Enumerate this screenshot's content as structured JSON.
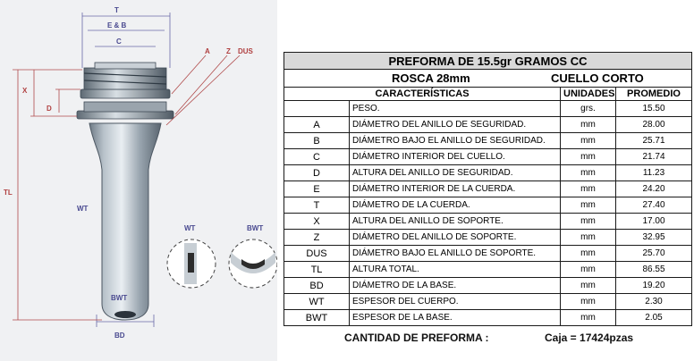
{
  "drawing": {
    "labels": {
      "T": "T",
      "EB": "E & B",
      "C": "C",
      "A": "A",
      "Z": "Z",
      "DUS": "DUS",
      "X": "X",
      "D": "D",
      "TL": "TL",
      "WT": "WT",
      "BWT": "BWT",
      "BD": "BD",
      "detail_wt": "WT",
      "detail_bwt": "BWT"
    }
  },
  "table": {
    "title": "PREFORMA DE 15.5gr GRAMOS CC",
    "subtitle_left": "ROSCA 28mm",
    "subtitle_right": "CUELLO CORTO",
    "headers": {
      "features": "CARACTERÍSTICAS",
      "units": "UNIDADES",
      "average": "PROMEDIO"
    },
    "rows": [
      {
        "code": "",
        "desc": "PESO.",
        "unit": "grs.",
        "value": "15.50"
      },
      {
        "code": "A",
        "desc": "DIÁMETRO DEL ANILLO DE SEGURIDAD.",
        "unit": "mm",
        "value": "28.00"
      },
      {
        "code": "B",
        "desc": "DIÁMETRO BAJO EL ANILLO DE SEGURIDAD.",
        "unit": "mm",
        "value": "25.71"
      },
      {
        "code": "C",
        "desc": "DIÁMETRO INTERIOR DEL CUELLO.",
        "unit": "mm",
        "value": "21.74"
      },
      {
        "code": "D",
        "desc": "ALTURA DEL ANILLO DE SEGURIDAD.",
        "unit": "mm",
        "value": "11.23"
      },
      {
        "code": "E",
        "desc": "DIÁMETRO INTERIOR DE LA CUERDA.",
        "unit": "mm",
        "value": "24.20"
      },
      {
        "code": "T",
        "desc": "DIÁMETRO DE LA CUERDA.",
        "unit": "mm",
        "value": "27.40"
      },
      {
        "code": "X",
        "desc": "ALTURA DEL ANILLO DE SOPORTE.",
        "unit": "mm",
        "value": "17.00"
      },
      {
        "code": "Z",
        "desc": "DIÁMETRO DEL ANILLO DE SOPORTE.",
        "unit": "mm",
        "value": "32.95"
      },
      {
        "code": "DUS",
        "desc": "DIÁMETRO BAJO EL ANILLO DE SOPORTE.",
        "unit": "mm",
        "value": "25.70"
      },
      {
        "code": "TL",
        "desc": "ALTURA TOTAL.",
        "unit": "mm",
        "value": "86.55"
      },
      {
        "code": "BD",
        "desc": "DIÁMETRO DE LA BASE.",
        "unit": "mm",
        "value": "19.20"
      },
      {
        "code": "WT",
        "desc": "ESPESOR DEL CUERPO.",
        "unit": "mm",
        "value": "2.30"
      },
      {
        "code": "BWT",
        "desc": "ESPESOR DE LA BASE.",
        "unit": "mm",
        "value": "2.05"
      }
    ]
  },
  "footer": {
    "quantity_label": "CANTIDAD DE PREFORMA :",
    "box": "Caja =  17424pzas"
  }
}
